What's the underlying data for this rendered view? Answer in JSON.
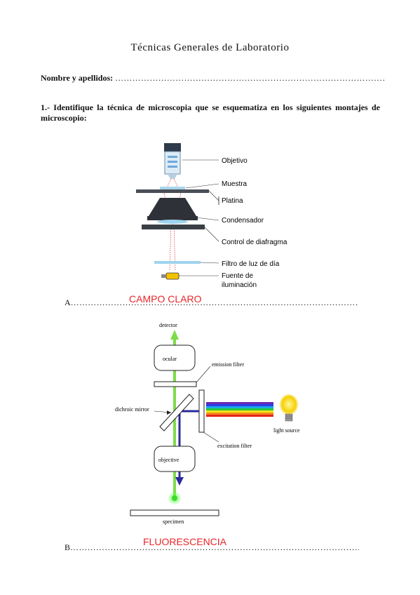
{
  "title": "Técnicas Generales de Laboratorio",
  "name_label": "Nombre y apellidos:",
  "question_1": "1.- Identifique la técnica de microscopia que se esquematiza en los siguientes montajes de microscopio:",
  "dots_name": "……………………………………………………………………………………………………",
  "figure_a": {
    "labels": {
      "objetivo": "Objetivo",
      "muestra": "Muestra",
      "platina": "Platina",
      "condensador": "Condensador",
      "control": "Control de diafragma",
      "filtro": "Filtro de luz de día",
      "fuente_1": "Fuente de",
      "fuente_2": "iluminación"
    }
  },
  "answer_a": {
    "letter": "A",
    "dots": "…………………………………………………………………………………………………………",
    "text": "CAMPO CLARO"
  },
  "figure_b": {
    "labels": {
      "detector": "detector",
      "ocular": "ocular",
      "emission": "emission filter",
      "dichroic": "dichroic mirror",
      "light": "light source",
      "excitation": "excitation filter",
      "objective": "objective",
      "specimen": "specimen"
    }
  },
  "answer_b": {
    "letter": "B",
    "dots": "…………………………………………………………………………………………………………",
    "text": "FLUORESCENCIA"
  },
  "colors": {
    "answer": "#e8262a",
    "green_beam": "#7ddc4a",
    "blue_beam": "#2b2a9c",
    "filter": "#9fd3ee"
  }
}
